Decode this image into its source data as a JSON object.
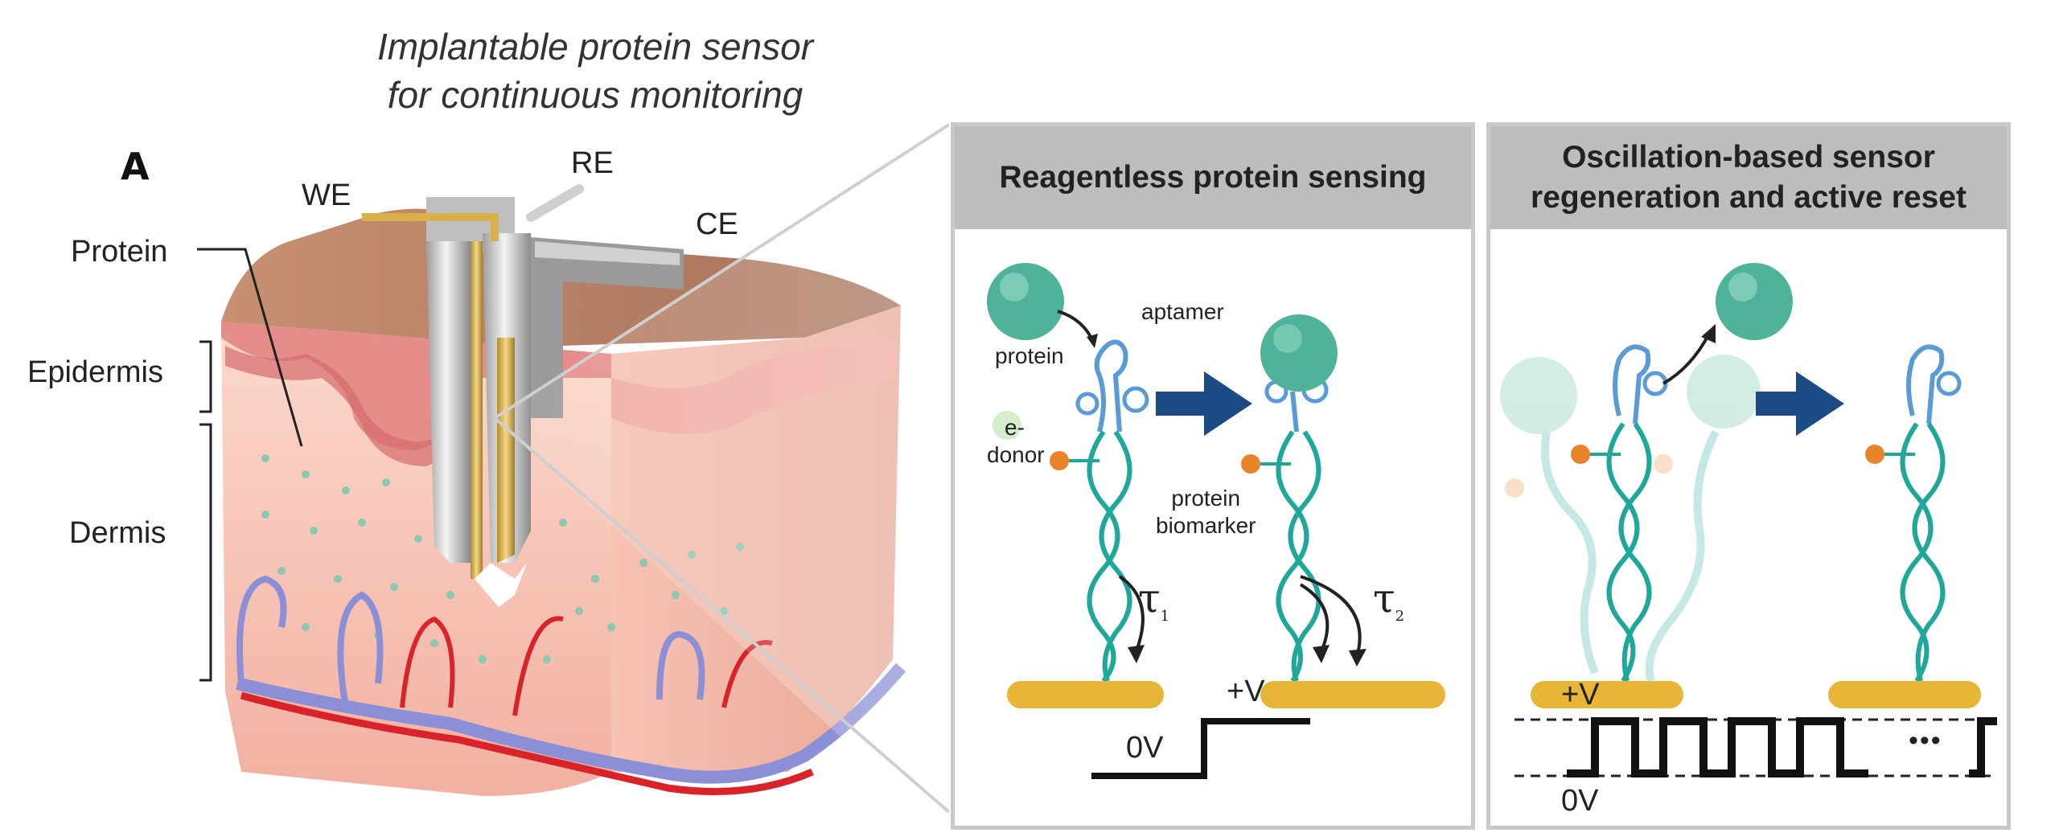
{
  "figure": {
    "title_line1": "Implantable protein sensor",
    "title_line2": "for continuous monitoring",
    "panel_letter": "A"
  },
  "electrodes": {
    "we": "WE",
    "re": "RE",
    "ce": "CE"
  },
  "skin_labels": {
    "protein": "Protein",
    "epidermis": "Epidermis",
    "dermis": "Dermis"
  },
  "panel_sensing": {
    "header": "Reagentless protein sensing",
    "protein_label": "protein",
    "aptamer_label": "aptamer",
    "edonor_line1": "e-",
    "edonor_line2": "donor",
    "arrow_label_line1": "protein",
    "arrow_label_line2": "biomarker",
    "tau1": "τ",
    "tau1_sub": "1",
    "tau2": "τ",
    "tau2_sub": "2",
    "voltage_high": "+V",
    "voltage_low": "0V"
  },
  "panel_regen": {
    "header": "Oscillation-based sensor\nregeneration and active reset",
    "voltage_high": "+V",
    "voltage_low": "0V",
    "ellipsis": "•••"
  },
  "colors": {
    "protein_teal": "#4fb39a",
    "aptamer_blue": "#5a9bd5",
    "dna_teal": "#1fa89a",
    "electrode_gold": "#e7b637",
    "donor_orange": "#e8832a",
    "arrow_navy": "#1c4a85",
    "skin_pink": "#f3b7ab",
    "epidermis_red": "#de7d7d",
    "artery_red": "#d8232a",
    "vein_blue": "#8a8fd6"
  }
}
